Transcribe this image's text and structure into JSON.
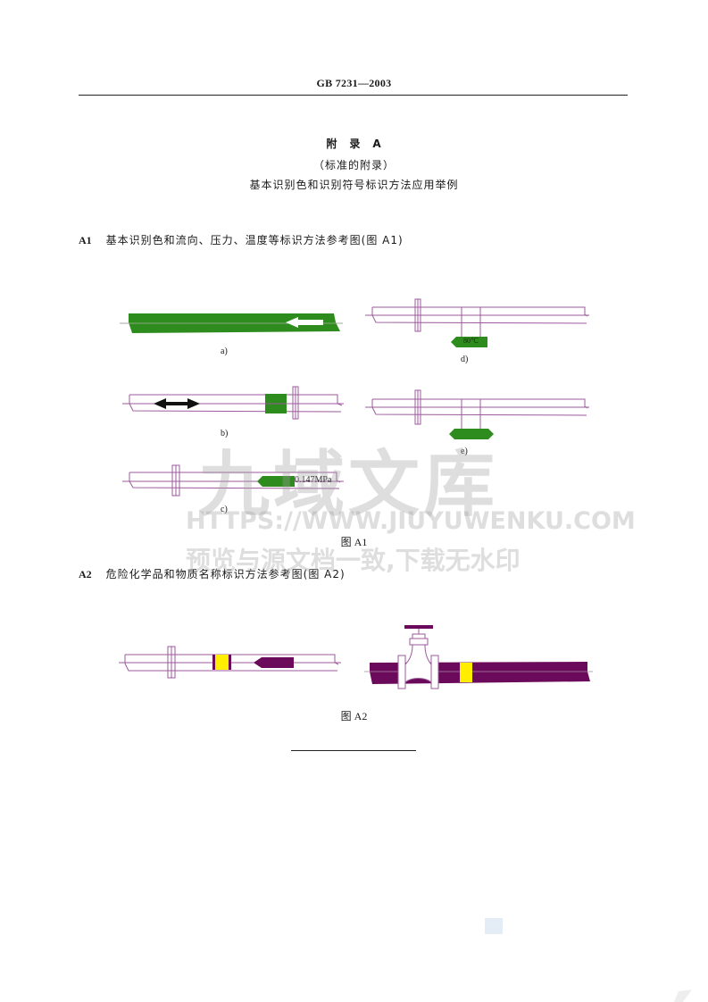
{
  "header": {
    "standard_code": "GB 7231—2003"
  },
  "appendix": {
    "title": "附　录　A",
    "subtitle": "（标准的附录）",
    "heading": "基本识别色和识别符号标识方法应用举例"
  },
  "sections": [
    {
      "num": "A1",
      "title": "基本识别色和流向、压力、温度等标识方法参考图(图 A1)",
      "figure_caption": "图 A1",
      "subfigures": [
        {
          "label": "a)",
          "description": "green pipe with white flow arrow"
        },
        {
          "label": "b)",
          "description": "pipe with bidirectional black arrow and green band"
        },
        {
          "label": "c)",
          "description": "pipe with green pressure marker",
          "marker_text": "0.147MPa"
        },
        {
          "label": "d)",
          "description": "pipe with temperature tag",
          "marker_text": "80℃"
        },
        {
          "label": "e)",
          "description": "pipe with hanging green marker"
        }
      ]
    },
    {
      "num": "A2",
      "title": "危险化学品和物质名称标识方法参考图(图 A2)",
      "figure_caption": "图 A2"
    }
  ],
  "colors": {
    "pipe_outline": "#9b5a9b",
    "green": "#2e8b1e",
    "purple": "#6b0a5a",
    "yellow": "#ffee00",
    "black": "#111111"
  },
  "watermark": {
    "main": "九域文库",
    "url": "HTTPS://WWW.JIUYUWENKU.COM",
    "note": "预览与源文档一致,下载无水印"
  }
}
